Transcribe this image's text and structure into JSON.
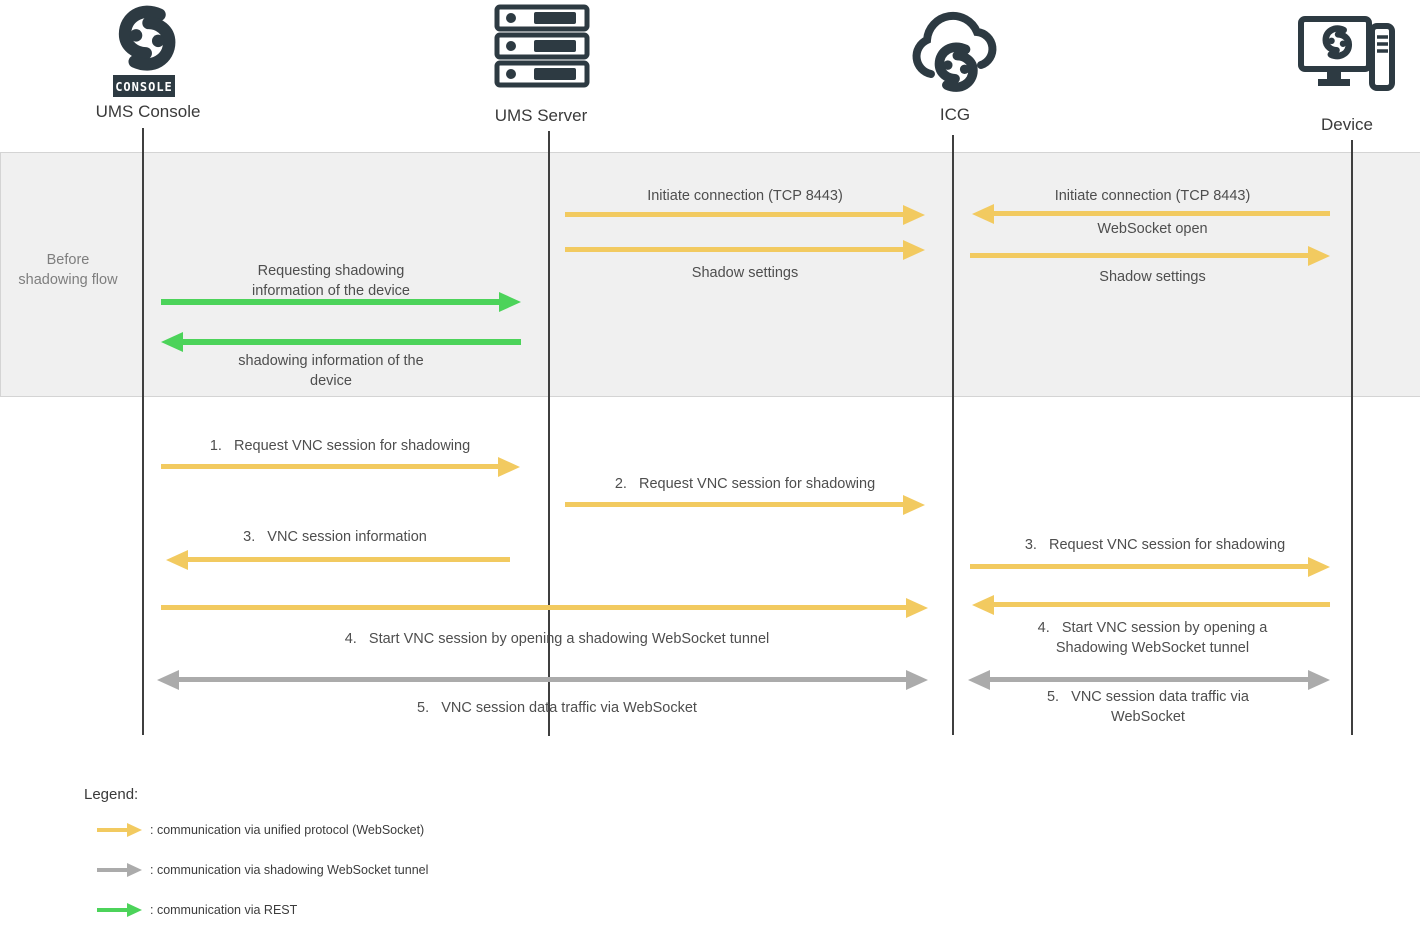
{
  "actors": [
    {
      "label": "UMS Console",
      "icon": "ums-console-logo-icon"
    },
    {
      "label": "UMS Server",
      "icon": "server-rack-icon"
    },
    {
      "label": "ICG",
      "icon": "cloud-gateway-icon"
    },
    {
      "label": "Device",
      "icon": "device-monitor-icon"
    }
  ],
  "console_banner": "CONSOLE",
  "band_label": "Before shadowing flow",
  "messages": [
    {
      "from": "UMS Server",
      "to": "ICG",
      "protocol": "unified",
      "text": "Initiate connection (TCP 8443)"
    },
    {
      "from": "UMS Server",
      "to": "ICG",
      "protocol": "unified",
      "text": "Shadow settings"
    },
    {
      "from": "Device",
      "to": "ICG",
      "protocol": "unified",
      "text": "Initiate connection (TCP 8443)"
    },
    {
      "from": "Device",
      "to": "ICG",
      "protocol": "unified",
      "text": "WebSocket open"
    },
    {
      "from": "ICG",
      "to": "Device",
      "protocol": "unified",
      "text": "Shadow settings"
    },
    {
      "from": "UMS Console",
      "to": "UMS Server",
      "protocol": "rest",
      "text": "Requesting shadowing\ninformation of the device"
    },
    {
      "from": "UMS Server",
      "to": "UMS Console",
      "protocol": "rest",
      "text": "shadowing information of the\ndevice"
    },
    {
      "from": "UMS Console",
      "to": "UMS Server",
      "protocol": "unified",
      "text": "1.   Request VNC session for shadowing"
    },
    {
      "from": "UMS Server",
      "to": "ICG",
      "protocol": "unified",
      "text": "2.   Request VNC session for shadowing"
    },
    {
      "from": "UMS Server",
      "to": "UMS Console",
      "protocol": "unified",
      "text": "3.   VNC session information"
    },
    {
      "from": "ICG",
      "to": "Device",
      "protocol": "unified",
      "text": "3.   Request VNC session for shadowing"
    },
    {
      "from": "UMS Console",
      "to": "ICG",
      "protocol": "unified",
      "text": "4.   Start VNC session by opening a shadowing WebSocket tunnel"
    },
    {
      "from": "Device",
      "to": "ICG",
      "protocol": "unified",
      "text": "4.   Start VNC session by opening a\nShadowing WebSocket tunnel"
    },
    {
      "from": "UMS Console",
      "to": "ICG",
      "protocol": "tunnel",
      "text": "5.   VNC session data traffic via WebSocket"
    },
    {
      "from": "ICG",
      "to": "Device",
      "protocol": "tunnel",
      "text": "5.   VNC session data traffic via\nWebSocket"
    }
  ],
  "legend": {
    "title": "Legend:",
    "items": [
      {
        "color": "#F2CA60",
        "text": ": communication via unified protocol (WebSocket)"
      },
      {
        "color": "#ABABAB",
        "text": ": communication via shadowing WebSocket tunnel"
      },
      {
        "color": "#4CD35A",
        "text": ": communication via REST"
      }
    ]
  },
  "colors": {
    "unified_yellow": "#F2CA60",
    "tunnel_gray": "#ABABAB",
    "rest_green": "#4CD35A",
    "icon_dark": "#2D3A42",
    "band_background": "#F0F0F0"
  }
}
